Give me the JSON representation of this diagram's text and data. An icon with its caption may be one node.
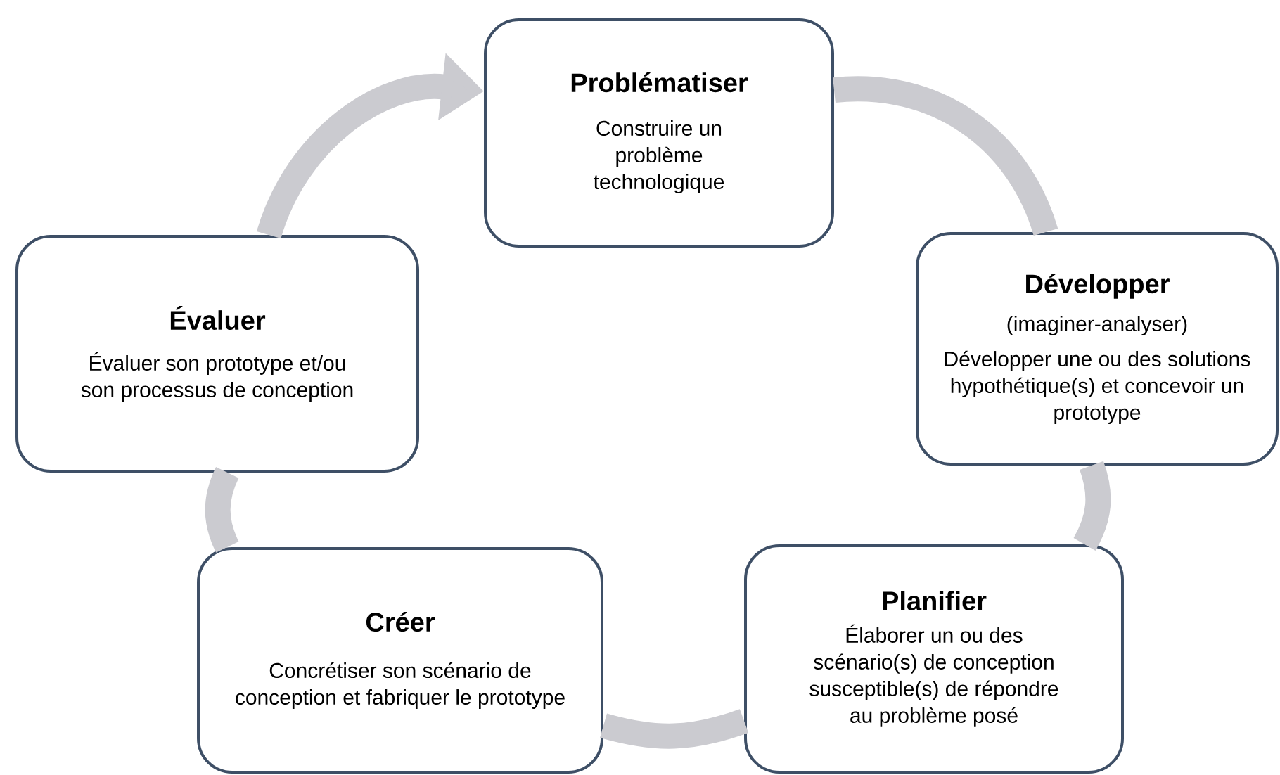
{
  "diagram": {
    "nodes": [
      {
        "text": [
          "Problématiser",
          "Construire un problème technologique"
        ]
      },
      {
        "text": [
          "Développer",
          "(imaginer-analyser)",
          "Développer une ou des solutions hypothétique(s) et concevoir un prototype"
        ]
      },
      {
        "text": [
          "Planifier",
          "Élaborer un ou des scénario(s)  de conception susceptible(s) de répondre au problème posé"
        ]
      },
      {
        "text": [
          "Créer",
          "Concrétiser son scénario de conception et fabriquer le prototype"
        ]
      },
      {
        "text": [
          "Évaluer",
          "Évaluer son prototype et/ou son processus de conception"
        ]
      }
    ],
    "edges": [
      {
        "from": 0,
        "to": 1,
        "arrow": "none"
      },
      {
        "from": 1,
        "to": 2,
        "arrow": "none"
      },
      {
        "from": 2,
        "to": 3,
        "arrow": "none"
      },
      {
        "from": 3,
        "to": 4,
        "arrow": "none"
      },
      {
        "from": 4,
        "to": 0,
        "arrow": "to"
      }
    ]
  }
}
